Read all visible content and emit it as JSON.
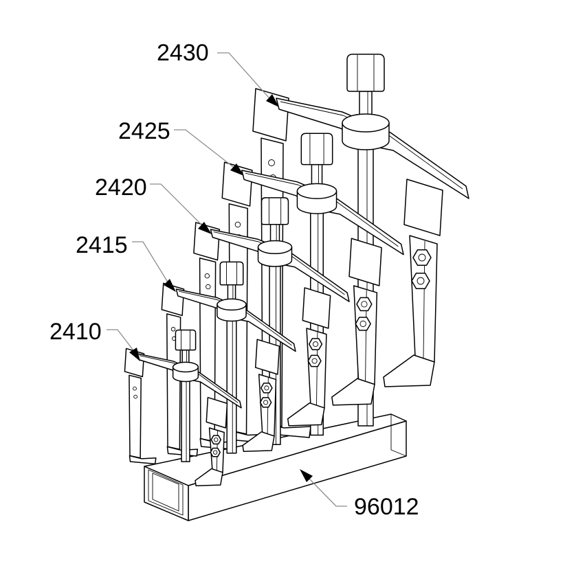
{
  "figure": {
    "callouts": [
      {
        "part": "2430"
      },
      {
        "part": "2425"
      },
      {
        "part": "2420"
      },
      {
        "part": "2415"
      },
      {
        "part": "2410"
      },
      {
        "part": "96012"
      }
    ]
  },
  "colors": {
    "line": "#000000",
    "leader": "#8c8c8c",
    "text": "#000000",
    "background": "#ffffff"
  }
}
